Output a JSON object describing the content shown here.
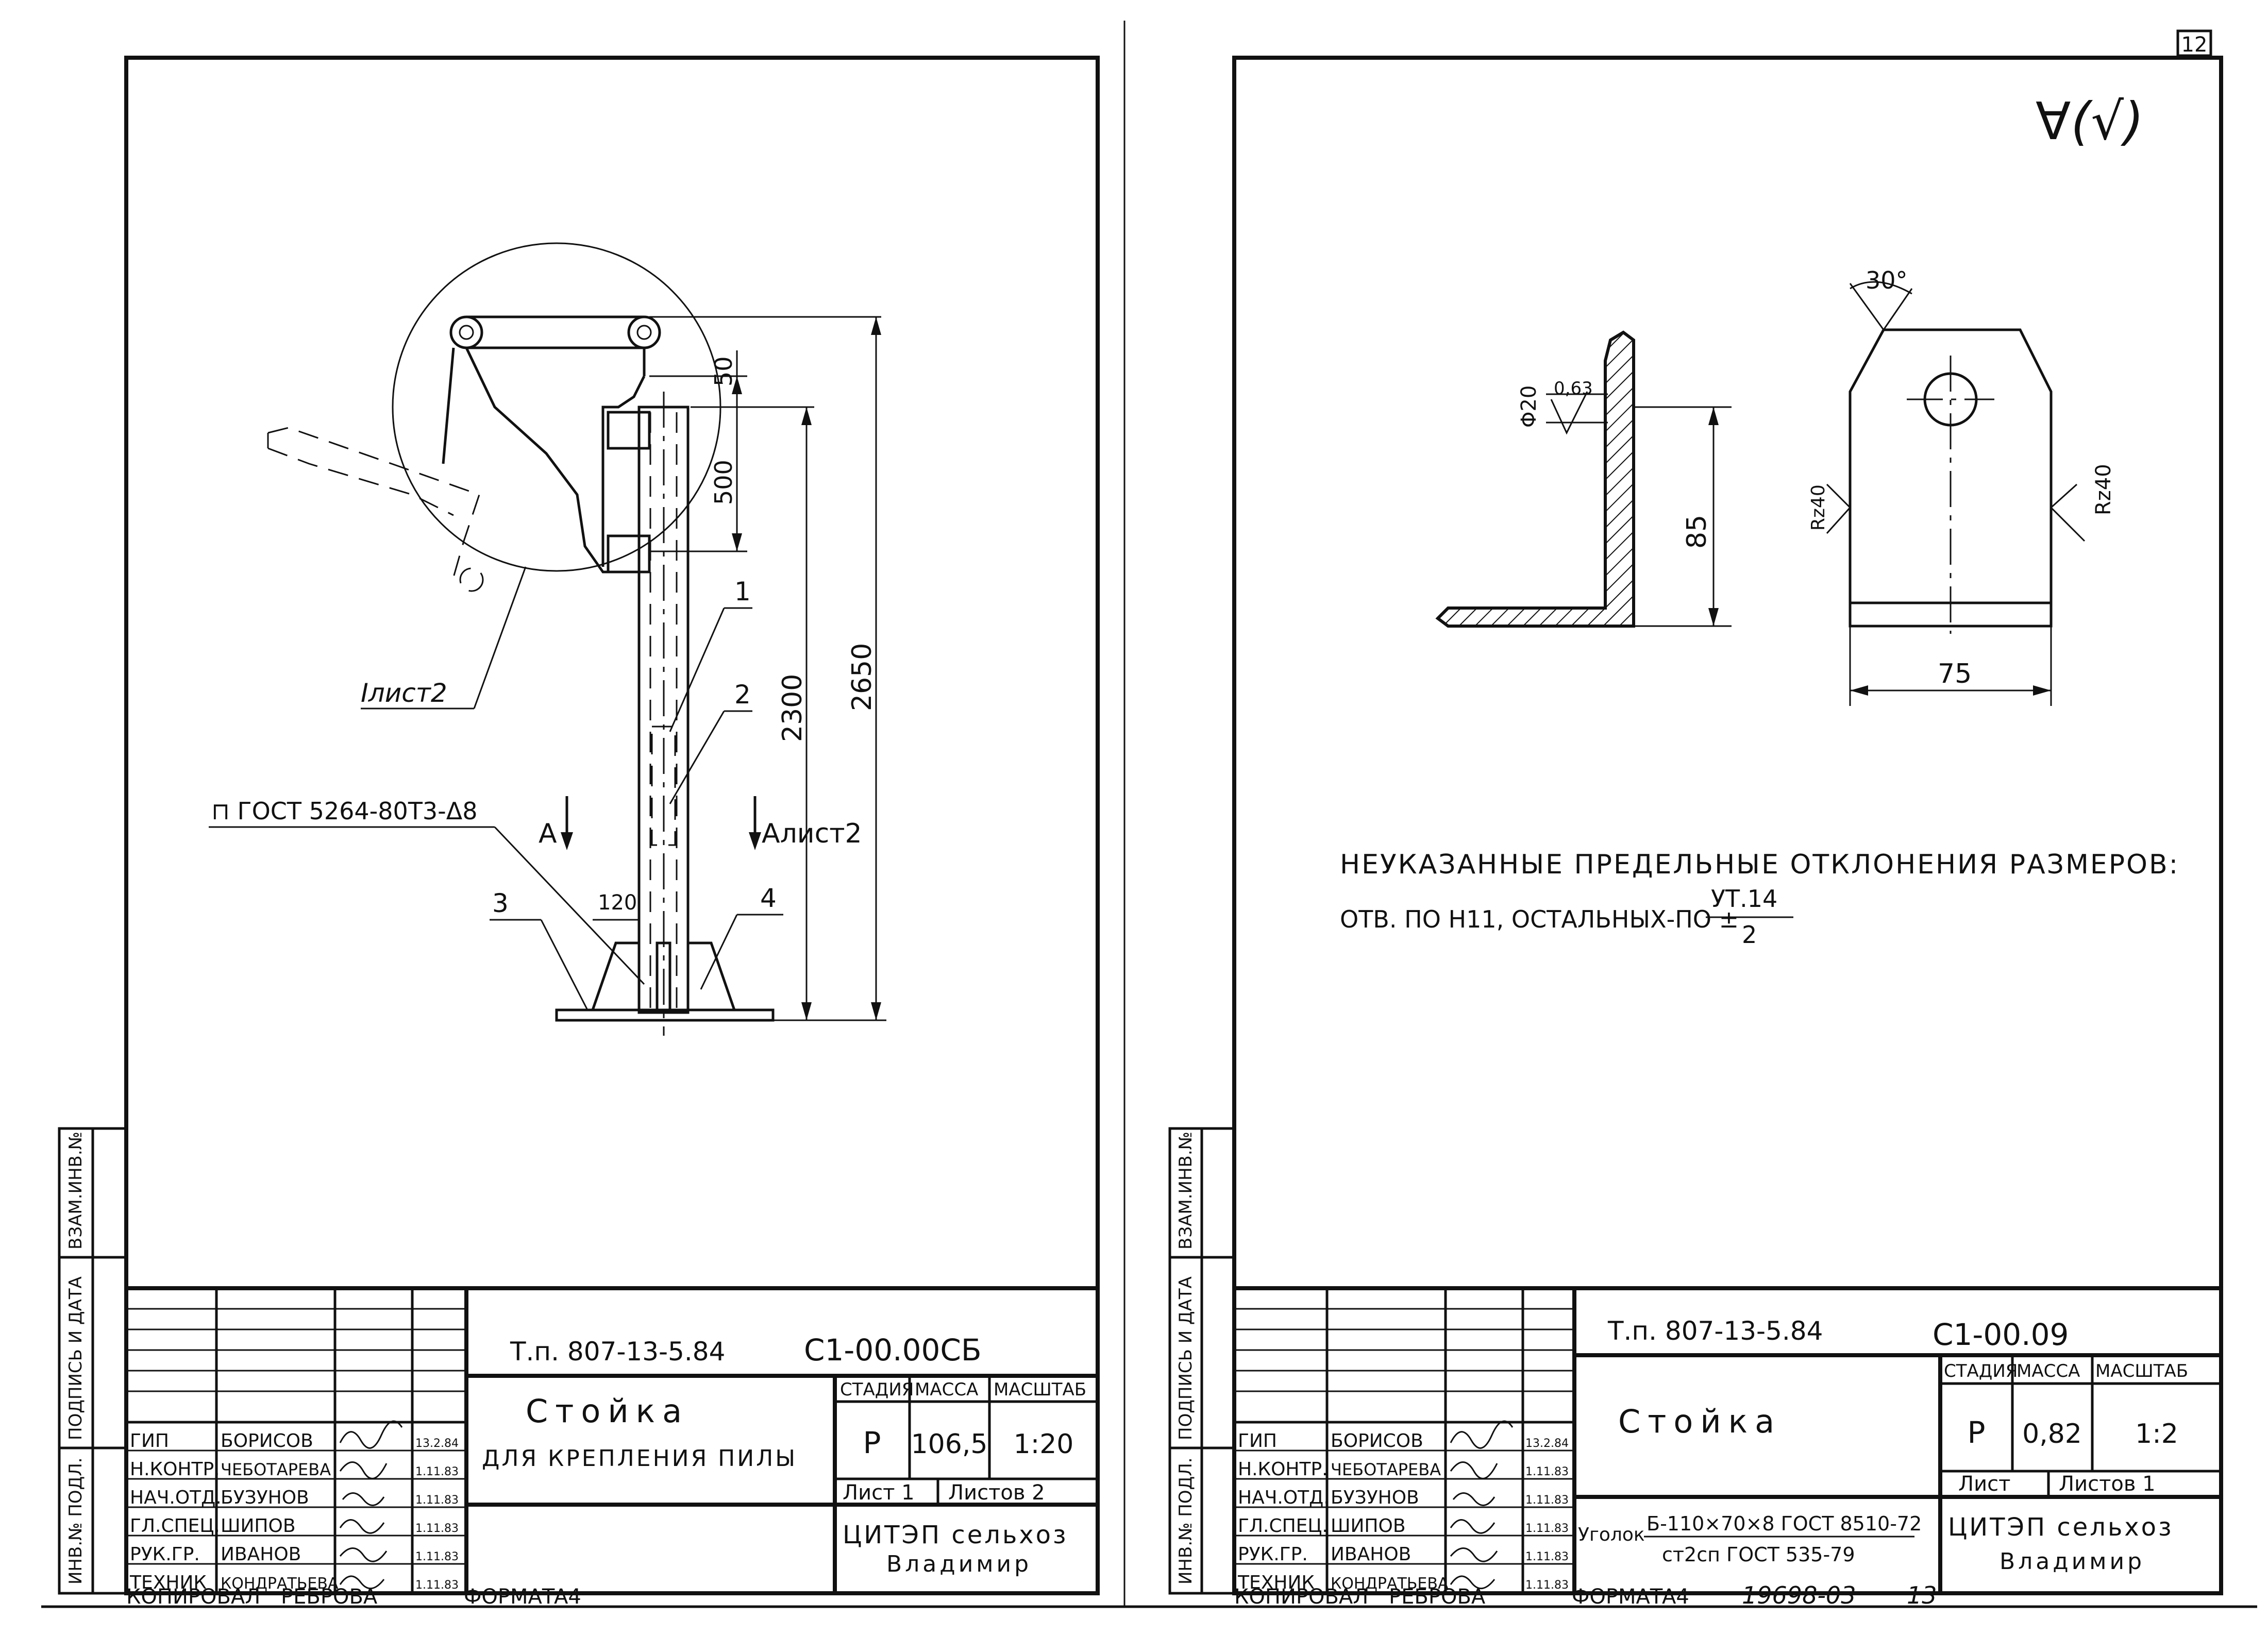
{
  "page_number": "12",
  "bottom_line": {
    "copied_label": "КОПИРОВАЛ",
    "copied_name": "РЕБРОВА",
    "format_label": "ФОРМАТ",
    "format_value": "А4",
    "doc_number": "19698-03",
    "sheet_index": "13"
  },
  "side_stamp": {
    "inv_orig": "ИНВ.№ ПОДЛ.",
    "sign_date": "ПОДПИСЬ И ДАТА",
    "replace_inv": "ВЗАМ.ИНВ.№"
  },
  "left_sheet": {
    "labels": {
      "ref_detail": "Iлист2",
      "weld_note": "⊓ ГОСТ 5264-80Т3-Δ8",
      "section_a": "А",
      "section_a_sheet": "Алист2",
      "pos1": "1",
      "pos2": "2",
      "pos3": "3",
      "pos4": "4",
      "dim_50": "50",
      "dim_500": "500",
      "dim_2300": "2300",
      "dim_2650": "2650",
      "dim_120": "120"
    },
    "title_block": {
      "project": "Т.п. 807-13-5.84",
      "designation": "С1-00.00СБ",
      "name": "Стойка",
      "subname": "ДЛЯ КРЕПЛЕНИЯ ПИЛЫ",
      "col_stage": "СТАДИЯ",
      "col_mass": "МАССА",
      "col_scale": "МАСШТАБ",
      "stage": "Р",
      "mass": "106,5",
      "scale": "1:20",
      "sheet": "Лист 1",
      "sheets": "Листов 2",
      "org": "ЦИТЭП сельхоз",
      "city": "Владимир",
      "roles": [
        {
          "role": "ГИП",
          "name": "БОРИСОВ",
          "date": "13.2.84"
        },
        {
          "role": "Н.КОНТР.",
          "name": "ЧЕБОТАРЕВА",
          "date": "1.11.83"
        },
        {
          "role": "НАЧ.ОТД.",
          "name": "БУЗУНОВ",
          "date": "1.11.83"
        },
        {
          "role": "ГЛ.СПЕЦ.",
          "name": "ШИПОВ",
          "date": "1.11.83"
        },
        {
          "role": "РУК.ГР.",
          "name": "ИВАНОВ",
          "date": "1.11.83"
        },
        {
          "role": "ТЕХНИК",
          "name": "КОНДРАТЬЕВА",
          "date": "1.11.83"
        }
      ]
    }
  },
  "right_sheet": {
    "roughness_mark": "∀(√)",
    "labels": {
      "angle": "30°",
      "hole_dia": "Φ20",
      "rough_063": "0,63",
      "dim_85": "85",
      "dim_75": "75",
      "rz_left": "Rz40",
      "rz_right": "Rz40"
    },
    "note_line1": "НЕУКАЗАННЫЕ ПРЕДЕЛЬНЫЕ ОТКЛОНЕНИЯ РАЗМЕРОВ:",
    "note_line2_a": "ОТВ. ПО Н11, ОСТАЛЬНЫХ-ПО ±",
    "note_frac_top": "УТ.14",
    "note_frac_bottom": "2",
    "title_block": {
      "project": "Т.п. 807-13-5.84",
      "designation": "С1-00.09",
      "name": "Стойка",
      "material_line1": "Уголок",
      "material_line2": "Б-110×70×8 ГОСТ 8510-72",
      "material_line3": "ст2сп ГОСТ 535-79",
      "col_stage": "СТАДИЯ",
      "col_mass": "МАССА",
      "col_scale": "МАСШТАБ",
      "stage": "Р",
      "mass": "0,82",
      "scale": "1:2",
      "sheet": "Лист",
      "sheets": "Листов 1",
      "org": "ЦИТЭП сельхоз",
      "city": "Владимир",
      "roles": [
        {
          "role": "ГИП",
          "name": "БОРИСОВ",
          "date": "13.2.84"
        },
        {
          "role": "Н.КОНТР.",
          "name": "ЧЕБОТАРЕВА",
          "date": "1.11.83"
        },
        {
          "role": "НАЧ.ОТД.",
          "name": "БУЗУНОВ",
          "date": "1.11.83"
        },
        {
          "role": "ГЛ.СПЕЦ.",
          "name": "ШИПОВ",
          "date": "1.11.83"
        },
        {
          "role": "РУК.ГР.",
          "name": "ИВАНОВ",
          "date": "1.11.83"
        },
        {
          "role": "ТЕХНИК",
          "name": "КОНДРАТЬЕВА",
          "date": "1.11.83"
        }
      ]
    }
  }
}
